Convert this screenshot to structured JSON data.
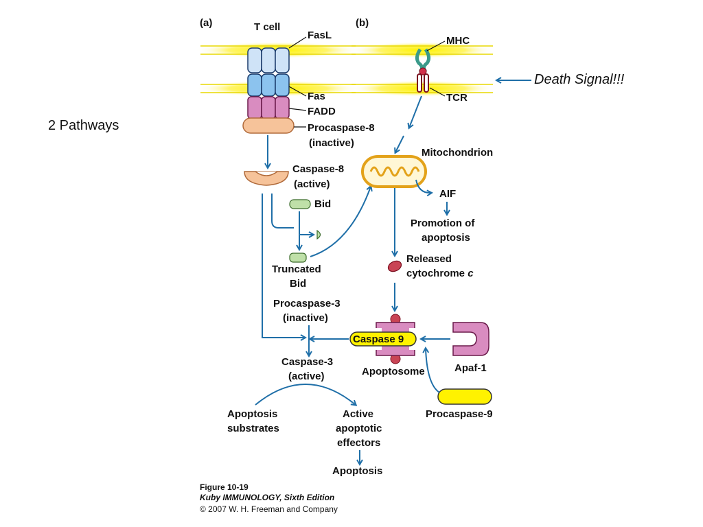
{
  "slide": {
    "side_label": "2 Pathways",
    "death_signal": "Death Signal!!!"
  },
  "figure": {
    "panel_a": "(a)",
    "panel_b": "(b)",
    "tcell": "T cell",
    "fasl": "FasL",
    "fas": "Fas",
    "fadd": "FADD",
    "procasp8_1": "Procaspase-8",
    "procasp8_2": "(inactive)",
    "casp8_1": "Caspase-8",
    "casp8_2": "(active)",
    "bid": "Bid",
    "tbid_1": "Truncated",
    "tbid_2": "Bid",
    "mhc": "MHC",
    "tcr": "TCR",
    "mito": "Mitochondrion",
    "aif": "AIF",
    "promo_1": "Promotion of",
    "promo_2": "apoptosis",
    "cyto_1": "Released",
    "cyto_2": "cytochrome ",
    "cyto_c": "c",
    "procasp3_1": "Procaspase-3",
    "procasp3_2": "(inactive)",
    "casp3_1": "Caspase-3",
    "casp3_2": "(active)",
    "casp9": "Caspase 9",
    "apoptosome": "Apoptosome",
    "apaf": "Apaf-1",
    "procasp9": "Procaspase-9",
    "substr_1": "Apoptosis",
    "substr_2": "substrates",
    "effect_1": "Active",
    "effect_2": "apoptotic",
    "effect_3": "effectors",
    "apoptosis": "Apoptosis"
  },
  "caption": {
    "fig": "Figure 10-19",
    "book": "Kuby IMMUNOLOGY, Sixth Edition",
    "copyright": "© 2007 W. H. Freeman and Company"
  },
  "colors": {
    "membrane": "#fff200",
    "arrow": "#1f6fa8",
    "fasl_fill": "#cfe3f7",
    "fas_fill": "#8cc3ee",
    "fadd_fill": "#d98cc0",
    "caspase8_fill": "#f6c39a",
    "mito_stroke": "#e3a21a",
    "cytochrome_fill": "#c94455",
    "apoptosome_fill": "#d98cc0",
    "caspase9_fill": "#fff200"
  }
}
